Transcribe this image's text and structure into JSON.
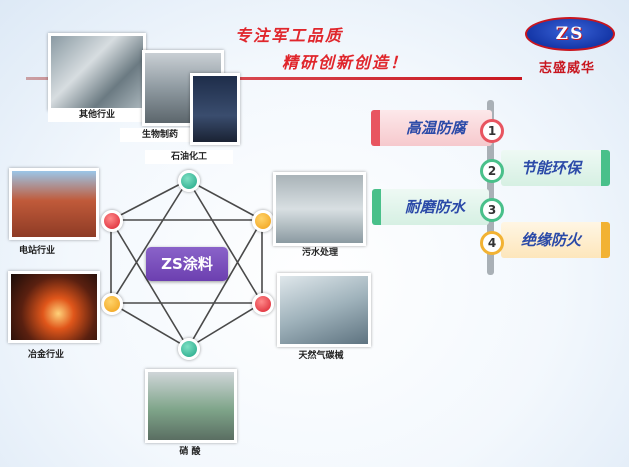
{
  "slogan": {
    "line1": "专注军工品质",
    "line2": "精研创新创造！"
  },
  "logo": {
    "mark": "ZS",
    "brand": "志盛威华"
  },
  "center_label": "ZS涂料",
  "industries": [
    {
      "label": "其他行业"
    },
    {
      "label": "生物制药"
    },
    {
      "label": "石油化工"
    },
    {
      "label": "电站行业"
    },
    {
      "label": "污水处理"
    },
    {
      "label": "冶金行业"
    },
    {
      "label": "天然气碳械"
    },
    {
      "label": "硝 酸"
    }
  ],
  "features": [
    {
      "num": "1",
      "label": "高温防腐"
    },
    {
      "num": "2",
      "label": "节能环保"
    },
    {
      "num": "3",
      "label": "耐磨防水"
    },
    {
      "num": "4",
      "label": "绝缘防火"
    }
  ],
  "colors": {
    "accent_red": "#c8161f",
    "feature_text": "#2b4aa8",
    "center_purple": "#6c3fb0"
  }
}
